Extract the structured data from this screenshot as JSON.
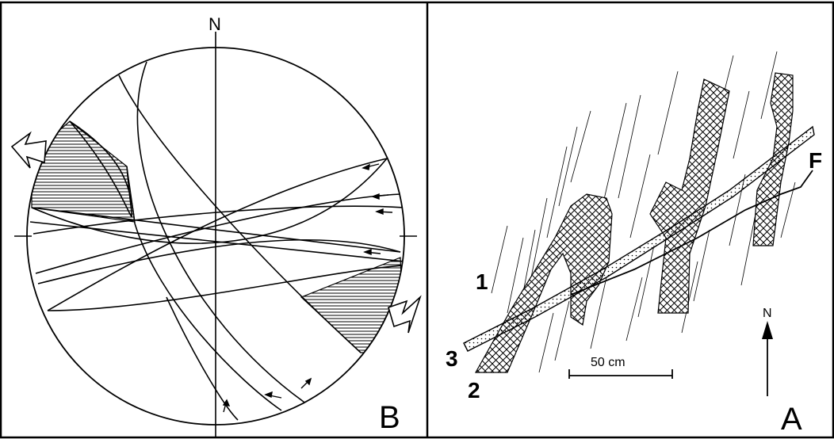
{
  "panel_b": {
    "north_label": "N",
    "panel_letter": "B",
    "icons": [
      "compression-arrow-icon",
      "slip-arrow-icon"
    ]
  },
  "panel_a": {
    "panel_letter": "A",
    "north_label": "N",
    "scale_label": "50 cm",
    "fault_label": "F",
    "unit_labels": [
      "1",
      "2",
      "3"
    ],
    "icons": [
      "north-arrow-icon"
    ]
  }
}
